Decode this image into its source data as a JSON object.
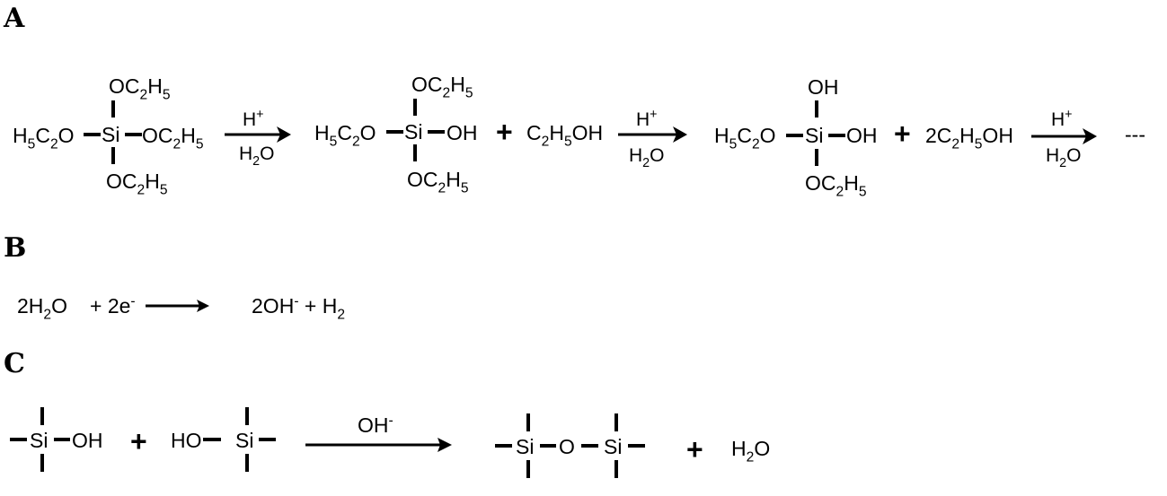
{
  "panels": {
    "a": {
      "label": "A"
    },
    "b": {
      "label": "B"
    },
    "c": {
      "label": "C"
    }
  },
  "A": {
    "m1": {
      "top": "OC2H5",
      "left": "H5C2O",
      "center": "Si",
      "right": "OC2H5",
      "bottom": "OC2H5"
    },
    "arrow1": {
      "top": "H+",
      "bottom": "H2O"
    },
    "m2": {
      "top": "OC2H5",
      "left": "H5C2O",
      "center": "Si",
      "right": "OH",
      "bottom": "OC2H5"
    },
    "plus1": "+",
    "byproduct1": "C2H5OH",
    "arrow2": {
      "top": "H+",
      "bottom": "H2O"
    },
    "m3": {
      "top": "OH",
      "left": "H5C2O",
      "center": "Si",
      "right": "OH",
      "bottom": "OC2H5"
    },
    "plus2": "+",
    "byproduct2": "2C2H5OH",
    "arrow3": {
      "top": "H+",
      "bottom": "H2O"
    },
    "ellipsis": "---"
  },
  "B": {
    "reactant_water": "2H2O",
    "reactant_electrons": "+ 2e-",
    "products": "2OH- + H2"
  },
  "C": {
    "si1": "Si",
    "oh1": "OH",
    "plus1": "+",
    "ho2": "HO",
    "si2": "Si",
    "arrow_label": "OH-",
    "prod_si1": "Si",
    "prod_o": "O",
    "prod_si2": "Si",
    "plus2": "+",
    "water": "H2O"
  },
  "colors": {
    "ink": "#000000",
    "background": "#ffffff"
  }
}
